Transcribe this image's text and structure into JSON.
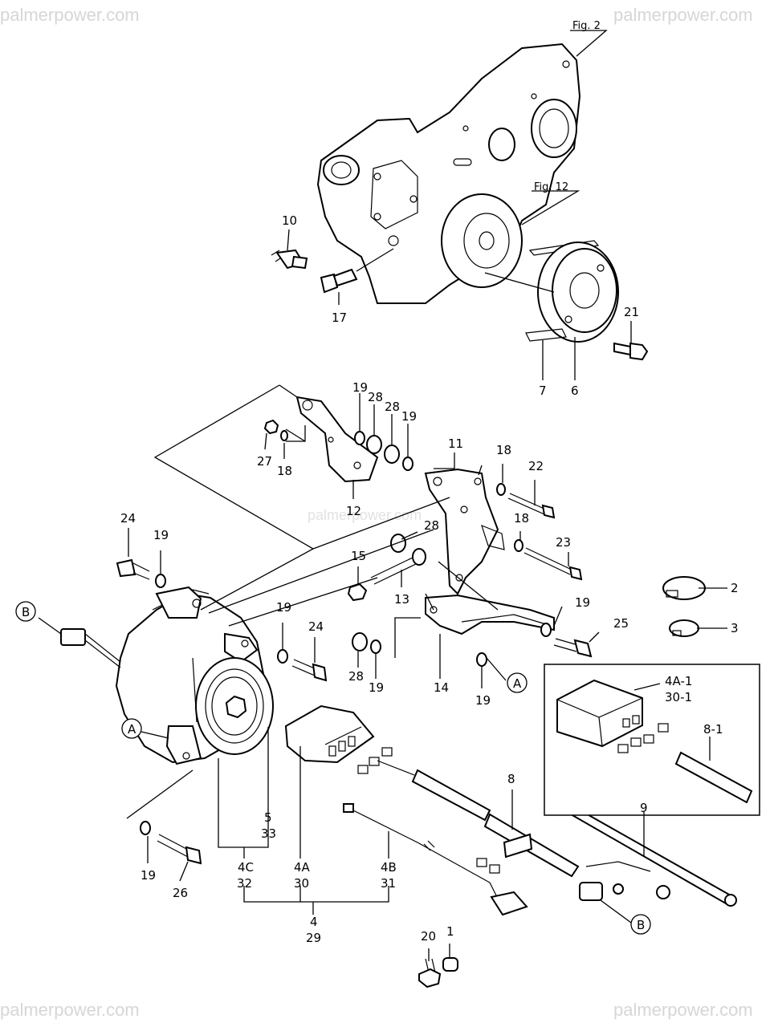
{
  "watermarks": {
    "top_left": "palmerpower.com",
    "top_right": "palmerpower.com",
    "center": "palmerpower.com",
    "bottom_left": "palmerpower.com",
    "bottom_right": "palmerpower.com"
  },
  "figure_refs": {
    "fig2": "Fig. 2",
    "fig12": "Fig. 12"
  },
  "callouts": {
    "p10": "10",
    "p17": "17",
    "p21": "21",
    "p7": "7",
    "p6": "6",
    "p19a": "19",
    "p28a": "28",
    "p28b": "28",
    "p19b": "19",
    "p27": "27",
    "p18a": "18",
    "p12": "12",
    "p11": "11",
    "p18b": "18",
    "p22": "22",
    "p18c": "18",
    "p23": "23",
    "p24a": "24",
    "p19c": "19",
    "p28c": "28",
    "p15": "15",
    "p13": "13",
    "p19d": "19",
    "p25": "25",
    "p2": "2",
    "p3": "3",
    "p19e": "19",
    "p24b": "24",
    "p28d": "28",
    "p19f": "19",
    "p14": "14",
    "p19g": "19",
    "p4a1": "4A-1",
    "p301": "30-1",
    "p81": "8-1",
    "p5": "5",
    "p33": "33",
    "p4a": "4A",
    "p30": "30",
    "p8": "8",
    "p9": "9",
    "p19h": "19",
    "p26": "26",
    "p4c": "4C",
    "p32": "32",
    "p4b": "4B",
    "p31": "31",
    "p4": "4",
    "p29": "29",
    "p20": "20",
    "p1": "1"
  },
  "connectors": {
    "b_left": "B",
    "a_right": "A",
    "a_left": "A",
    "b_bottom": "B"
  }
}
